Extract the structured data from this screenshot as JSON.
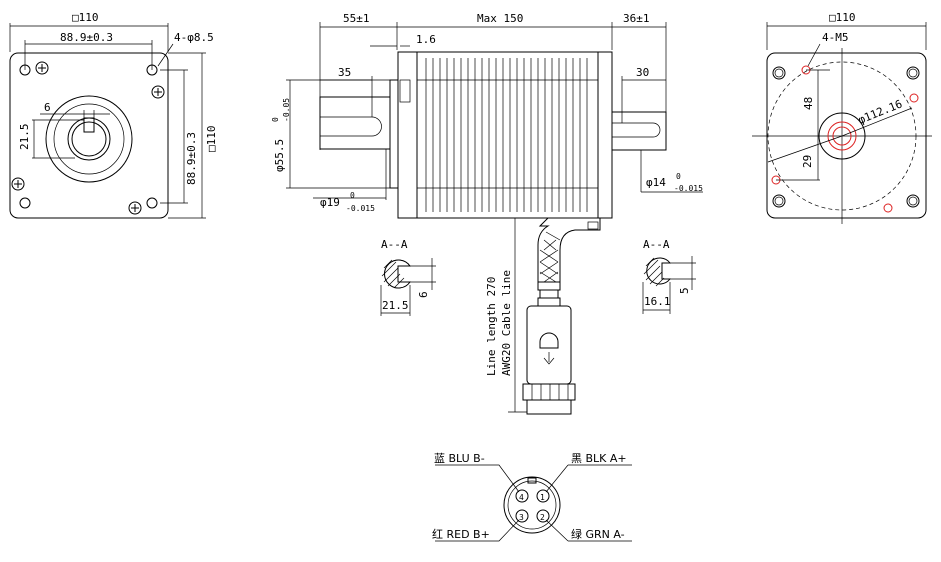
{
  "front_view": {
    "square_size": "□110",
    "hole_spacing_h": "88.9±0.3",
    "hole_spacing_v": "88.9±0.3",
    "hole_spec": "4-φ8.5",
    "side_square": "□110",
    "key_width": "6",
    "shaft_height": "21.5"
  },
  "side_view": {
    "dim_left_shaft": "55±1",
    "dim_max_length": "Max 150",
    "dim_right_shaft": "36±1",
    "dim_flange": "1.6",
    "dim_left_key": "35",
    "dim_right_key": "30",
    "dim_boss": "φ55.5",
    "dim_boss_tol_top": "0",
    "dim_boss_tol_bot": "-0.05",
    "dim_shaft_left": "φ19",
    "dim_shaft_left_tol_top": "0",
    "dim_shaft_left_tol_bot": "-0.015",
    "dim_shaft_right": "φ14",
    "dim_shaft_right_tol_top": "0",
    "dim_shaft_right_tol_bot": "-0.015",
    "cable_length": "Line length 270",
    "cable_spec": "AWG20 Cable line"
  },
  "section_left": {
    "label": "A--A",
    "width": "21.5",
    "key": "6"
  },
  "section_right": {
    "label": "A--A",
    "width": "16.1",
    "key": "5"
  },
  "rear_view": {
    "square_size": "□110",
    "hole_spec": "4-M5",
    "dim_vertical": "48",
    "dim_diag": "29",
    "pcd": "φ112.16"
  },
  "connector": {
    "pin_1": "黑 BLK A+",
    "pin_2": "绿 GRN A-",
    "pin_3": "红 RED B+",
    "pin_4": "蓝 BLU B-",
    "n1": "1",
    "n2": "2",
    "n3": "3",
    "n4": "4"
  }
}
